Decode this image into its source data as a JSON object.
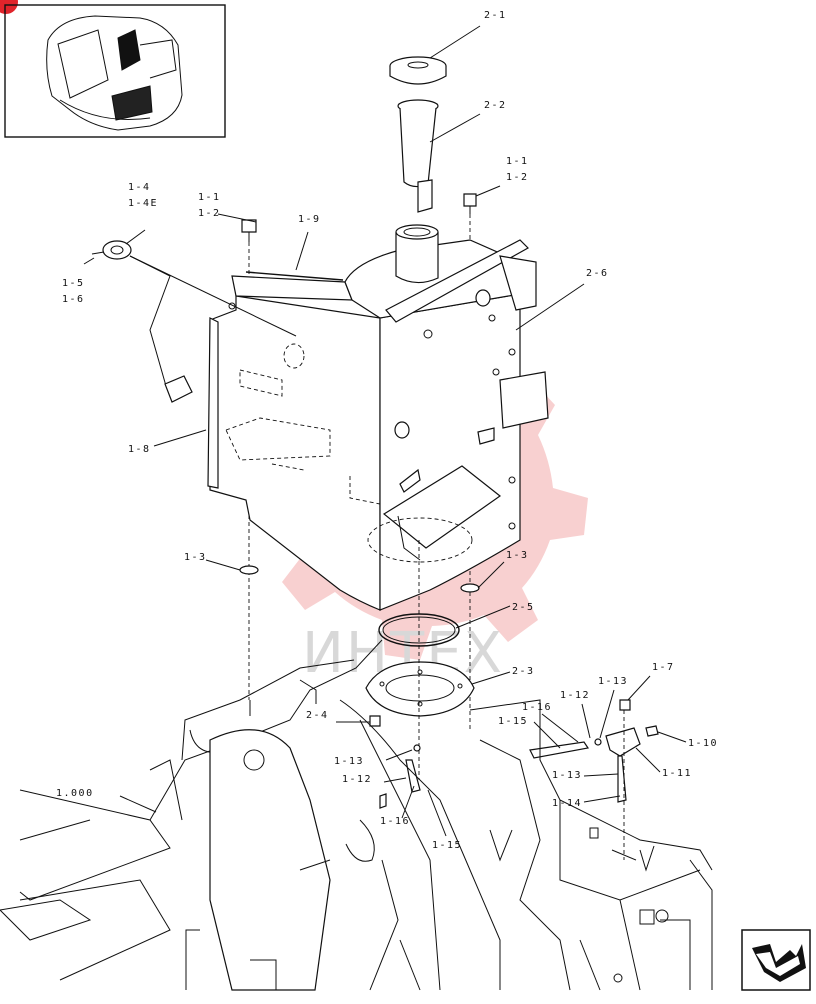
{
  "callouts": [
    {
      "id": "c2-1",
      "text": "2-1"
    },
    {
      "id": "c2-2",
      "text": "2-2"
    },
    {
      "id": "c1-1a",
      "text": "1-1"
    },
    {
      "id": "c1-2a",
      "text": "1-2"
    },
    {
      "id": "c1-4",
      "text": "1-4"
    },
    {
      "id": "c1-4e",
      "text": "1-4E"
    },
    {
      "id": "c1-1b",
      "text": "1-1"
    },
    {
      "id": "c1-2b",
      "text": "1-2"
    },
    {
      "id": "c1-9",
      "text": "1-9"
    },
    {
      "id": "c2-6",
      "text": "2-6"
    },
    {
      "id": "c1-5",
      "text": "1-5"
    },
    {
      "id": "c1-6",
      "text": "1-6"
    },
    {
      "id": "c1-8",
      "text": "1-8"
    },
    {
      "id": "c1-3a",
      "text": "1-3"
    },
    {
      "id": "c1-3b",
      "text": "1-3"
    },
    {
      "id": "c2-5",
      "text": "2-5"
    },
    {
      "id": "c2-3",
      "text": "2-3"
    },
    {
      "id": "c1-7",
      "text": "1-7"
    },
    {
      "id": "c1-13a",
      "text": "1-13"
    },
    {
      "id": "c1-12a",
      "text": "1-12"
    },
    {
      "id": "c1-16a",
      "text": "1-16"
    },
    {
      "id": "c1-15a",
      "text": "1-15"
    },
    {
      "id": "c2-4",
      "text": "2-4"
    },
    {
      "id": "c1-10",
      "text": "1-10"
    },
    {
      "id": "c1-13b",
      "text": "1-13"
    },
    {
      "id": "c1-12b",
      "text": "1-12"
    },
    {
      "id": "c1-11",
      "text": "1-11"
    },
    {
      "id": "c1-13c",
      "text": "1-13"
    },
    {
      "id": "c1-000",
      "text": "1.000"
    },
    {
      "id": "c1-14",
      "text": "1-14"
    },
    {
      "id": "c1-16b",
      "text": "1-16"
    },
    {
      "id": "c1-15b",
      "text": "1-15"
    }
  ],
  "watermark": {
    "text": "ИНТЕХ"
  },
  "colors": {
    "watermark_gear": "#f3a9a9",
    "badge": "#e0242b",
    "line": "#111111"
  },
  "icons": {
    "next_page": "next-page-arrow-icon",
    "thumbnail": "excavator-thumbnail"
  }
}
